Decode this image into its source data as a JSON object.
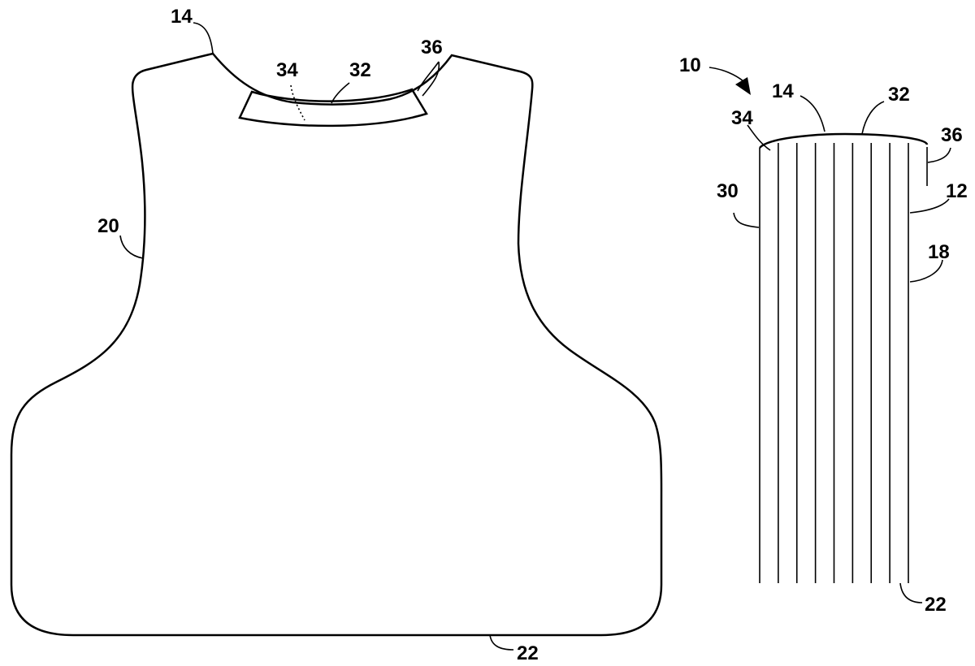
{
  "figure": {
    "front_view_labels": {
      "shoulder": "14",
      "neck_insert_inner": "34",
      "neck_edge": "32",
      "neck_insert_end": "36",
      "side": "20",
      "bottom": "22"
    },
    "side_view_labels": {
      "assembly": "10",
      "top": "14",
      "top_edge": "32",
      "front_corner": "34",
      "back_panel": "36",
      "panel": "12",
      "front_face": "30",
      "layer": "18",
      "bottom": "22"
    },
    "layer_count": 9
  }
}
